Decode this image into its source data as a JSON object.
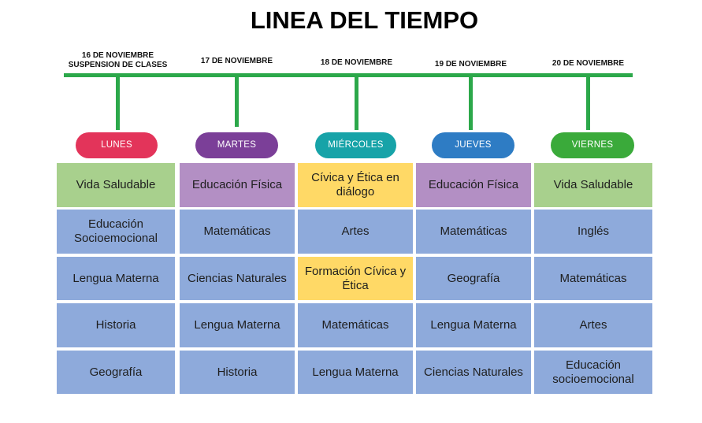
{
  "title": "LINEA DEL TIEMPO",
  "colors": {
    "timeline": "#2ca84a",
    "subject_default": "#8eaadb",
    "green": "#a8d08d",
    "purple": "#b38fc4",
    "yellow": "#ffd966"
  },
  "days": [
    {
      "date_line1": "16 DE NOVIEMBRE",
      "date_line2": "SUSPENSION DE CLASES",
      "label": "LUNES",
      "pill_color": "#e3345a",
      "subjects": [
        {
          "text": "Vida Saludable",
          "color": "#a8d08d"
        },
        {
          "text": "Educación Socioemocional",
          "color": "#8eaadb"
        },
        {
          "text": "Lengua Materna",
          "color": "#8eaadb"
        },
        {
          "text": "Historia",
          "color": "#8eaadb"
        },
        {
          "text": "Geografía",
          "color": "#8eaadb"
        }
      ]
    },
    {
      "date_line1": "17 DE NOVIEMBRE",
      "date_line2": "",
      "label": "MARTES",
      "pill_color": "#7b3f98",
      "subjects": [
        {
          "text": "Educación Física",
          "color": "#b38fc4"
        },
        {
          "text": "Matemáticas",
          "color": "#8eaadb"
        },
        {
          "text": "Ciencias Naturales",
          "color": "#8eaadb"
        },
        {
          "text": "Lengua Materna",
          "color": "#8eaadb"
        },
        {
          "text": "Historia",
          "color": "#8eaadb"
        }
      ]
    },
    {
      "date_line1": "18 DE NOVIEMBRE",
      "date_line2": "",
      "label": "MIÉRCOLES",
      "pill_color": "#17a3a8",
      "subjects": [
        {
          "text": "Cívica y Ética en diálogo",
          "color": "#ffd966"
        },
        {
          "text": "Artes",
          "color": "#8eaadb"
        },
        {
          "text": "Formación Cívica y Ética",
          "color": "#ffd966"
        },
        {
          "text": "Matemáticas",
          "color": "#8eaadb"
        },
        {
          "text": "Lengua Materna",
          "color": "#8eaadb"
        }
      ]
    },
    {
      "date_line1": "19 DE NOVIEMBRE",
      "date_line2": "",
      "label": "JUEVES",
      "pill_color": "#2e7cc4",
      "subjects": [
        {
          "text": "Educación Física",
          "color": "#b38fc4"
        },
        {
          "text": "Matemáticas",
          "color": "#8eaadb"
        },
        {
          "text": "Geografía",
          "color": "#8eaadb"
        },
        {
          "text": "Lengua Materna",
          "color": "#8eaadb"
        },
        {
          "text": "Ciencias Naturales",
          "color": "#8eaadb"
        }
      ]
    },
    {
      "date_line1": "20 DE NOVIEMBRE",
      "date_line2": "",
      "label": "VIERNES",
      "pill_color": "#3aaa3a",
      "subjects": [
        {
          "text": "Vida Saludable",
          "color": "#a8d08d"
        },
        {
          "text": "Inglés",
          "color": "#8eaadb"
        },
        {
          "text": "Matemáticas",
          "color": "#8eaadb"
        },
        {
          "text": "Artes",
          "color": "#8eaadb"
        },
        {
          "text": "Educación socioemocional",
          "color": "#8eaadb"
        }
      ]
    }
  ]
}
